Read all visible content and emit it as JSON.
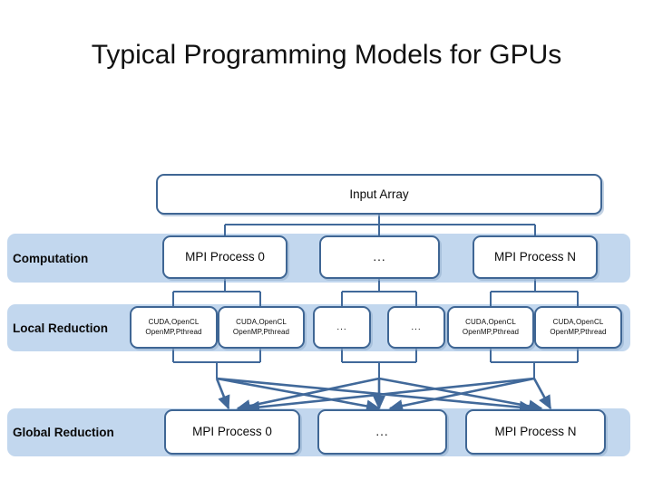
{
  "slide": {
    "title": "Typical Programming Models for GPUs",
    "background_color": "#ffffff"
  },
  "theme": {
    "band_color": "#c2d7ee",
    "box_border_color": "#3f6694",
    "box_fill_color": "#ffffff",
    "connector_color": "#41699a",
    "text_color": "#0b0b0b"
  },
  "diagram": {
    "root": {
      "label": "Input Array"
    },
    "rows": [
      {
        "id": "computation",
        "label": "Computation",
        "nodes": [
          {
            "id": "comp-0",
            "label": "MPI Process 0",
            "style": "normal"
          },
          {
            "id": "comp-mid",
            "label": "...",
            "style": "dots"
          },
          {
            "id": "comp-n",
            "label": "MPI Process N",
            "style": "normal"
          }
        ]
      },
      {
        "id": "local-reduction",
        "label": "Local Reduction",
        "nodes": [
          {
            "id": "lr-0",
            "line1": "CUDA,OpenCL",
            "line2": "OpenMP,Pthread",
            "style": "small"
          },
          {
            "id": "lr-1",
            "line1": "CUDA,OpenCL",
            "line2": "OpenMP,Pthread",
            "style": "small"
          },
          {
            "id": "lr-2",
            "label": "...",
            "style": "small-dots"
          },
          {
            "id": "lr-3",
            "label": "...",
            "style": "small-dots"
          },
          {
            "id": "lr-4",
            "line1": "CUDA,OpenCL",
            "line2": "OpenMP,Pthread",
            "style": "small"
          },
          {
            "id": "lr-5",
            "line1": "CUDA,OpenCL",
            "line2": "OpenMP,Pthread",
            "style": "small"
          }
        ]
      },
      {
        "id": "global-reduction",
        "label": "Global Reduction",
        "nodes": [
          {
            "id": "gr-0",
            "label": "MPI Process 0",
            "style": "normal"
          },
          {
            "id": "gr-mid",
            "label": "...",
            "style": "dots"
          },
          {
            "id": "gr-n",
            "label": "MPI Process N",
            "style": "normal"
          }
        ]
      }
    ]
  }
}
